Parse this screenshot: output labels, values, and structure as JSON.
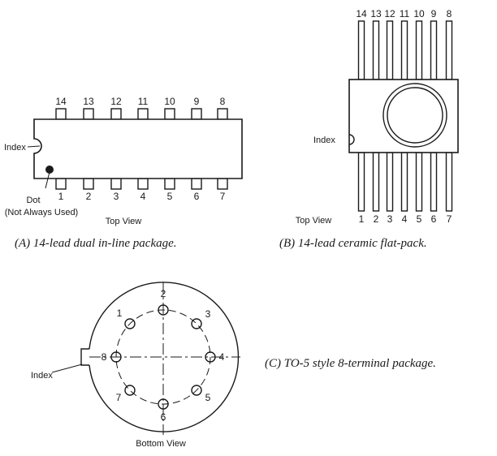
{
  "dip": {
    "top_pins": [
      "14",
      "13",
      "12",
      "11",
      "10",
      "9",
      "8"
    ],
    "bottom_pins": [
      "1",
      "2",
      "3",
      "4",
      "5",
      "6",
      "7"
    ],
    "index_label": "Index",
    "dot_label": "Dot",
    "dot_note": "(Not Always Used)",
    "view_label": "Top View",
    "caption": "(A) 14-lead dual in-line package."
  },
  "flatpack": {
    "top_pins": [
      "14",
      "13",
      "12",
      "11",
      "10",
      "9",
      "8"
    ],
    "bottom_pins": [
      "1",
      "2",
      "3",
      "4",
      "5",
      "6",
      "7"
    ],
    "index_label": "Index",
    "view_label": "Top View",
    "caption": "(B) 14-lead ceramic flat-pack."
  },
  "to5": {
    "pins": [
      "1",
      "2",
      "3",
      "4",
      "5",
      "6",
      "7",
      "8"
    ],
    "index_label": "Index",
    "view_label": "Bottom View",
    "caption": "(C) TO-5 style 8-terminal package."
  }
}
